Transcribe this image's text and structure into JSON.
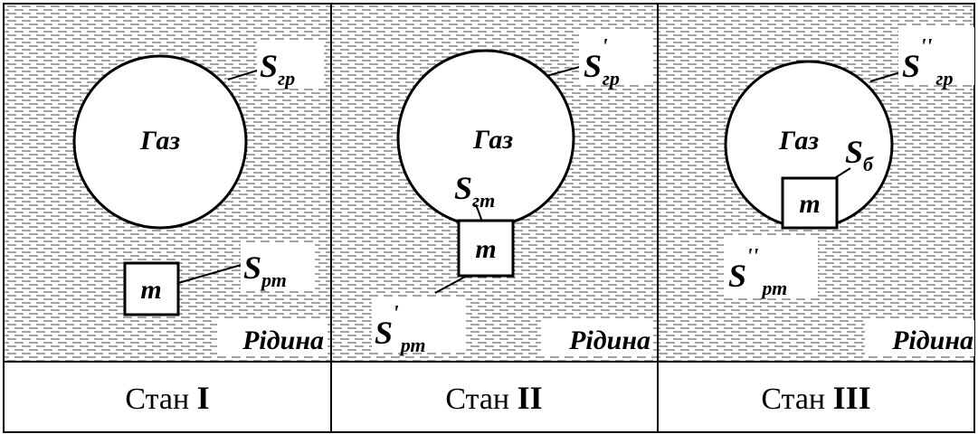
{
  "labels": {
    "gas": "Газ",
    "liquid": "Рідина",
    "mass": "m",
    "S": "S",
    "sub_gr": "гр",
    "sub_gt": "гт",
    "sub_rt": "рт",
    "sub_b": "б",
    "prime": "'",
    "dprime": "''"
  },
  "captions": [
    {
      "word": "Стан",
      "numeral": "I"
    },
    {
      "word": "Стан",
      "numeral": "II"
    },
    {
      "word": "Стан",
      "numeral": "III"
    }
  ],
  "colors": {
    "ink": "#000000",
    "hatch": "#4a4a4a",
    "paper": "#ffffff"
  }
}
